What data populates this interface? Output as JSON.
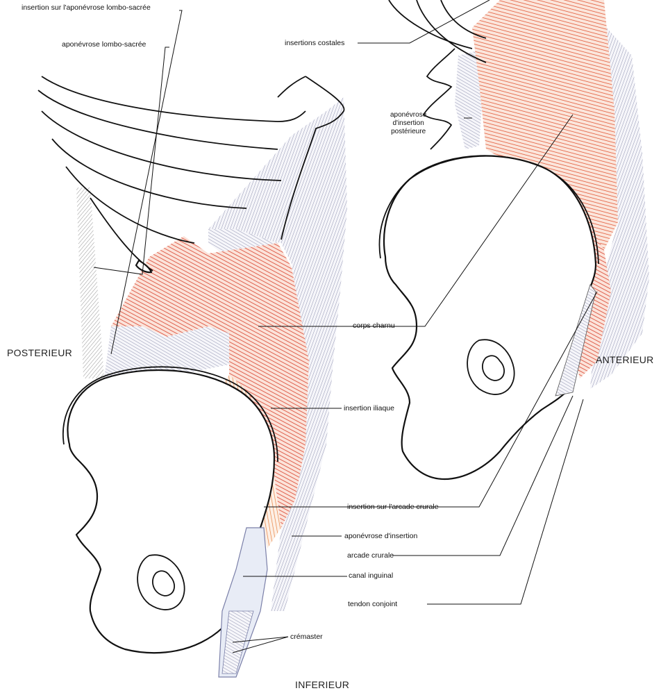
{
  "labels": {
    "insertion_lombo_sacree": "insertion sur l'aponévrose lombo-sacrée",
    "aponevrose_lombo_sacree": "aponévrose lombo-sacrée",
    "insertions_costales": "insertions costales",
    "aponevrose_insertion_posterieure_1": "aponévrose",
    "aponevrose_insertion_posterieure_2": "d'insertion",
    "aponevrose_insertion_posterieure_3": "postérieure",
    "corps_charnu": "corps charnu",
    "insertion_iliaque": "insertion iliaque",
    "insertion_arcade_crurale": "insertion sur l'arcade crurale",
    "aponevrose_insertion": "aponévrose d'insertion",
    "arcade_crurale": "arcade crurale",
    "canal_inguinal": "canal inguinal",
    "tendon_conjoint": "tendon conjoint",
    "cremaster": "crémaster"
  },
  "directions": {
    "posterieur": "POSTERIEUR",
    "anterieur": "ANTERIEUR",
    "inferieur": "INFERIEUR"
  },
  "colors": {
    "muscle": "#d9412b",
    "muscle_light": "#e8813f",
    "aponeurosis": "#8f92b0",
    "outline": "#111111"
  }
}
